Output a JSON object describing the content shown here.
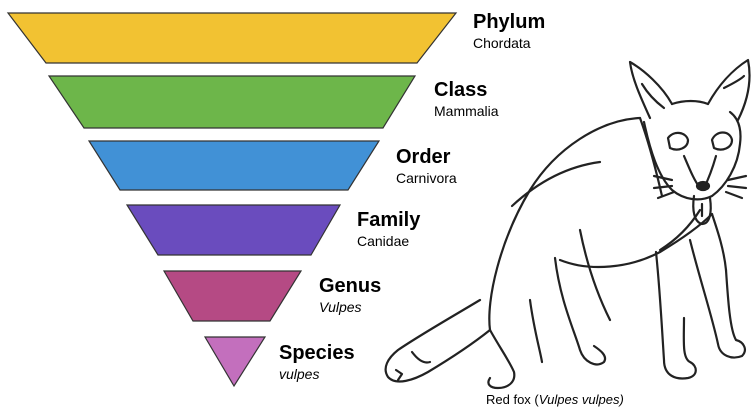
{
  "ranks": [
    {
      "name": "Phylum",
      "taxon": "Chordata",
      "color": "#f2c232",
      "italic": false
    },
    {
      "name": "Class",
      "taxon": "Mammalia",
      "color": "#6db64a",
      "italic": false
    },
    {
      "name": "Order",
      "taxon": "Carnivora",
      "color": "#4191d6",
      "italic": false
    },
    {
      "name": "Family",
      "taxon": "Canidae",
      "color": "#6a4cbe",
      "italic": false
    },
    {
      "name": "Genus",
      "taxon": "Vulpes",
      "color": "#b54a84",
      "italic": true
    },
    {
      "name": "Species",
      "taxon": "vulpes",
      "color": "#c36fbd",
      "italic": true
    }
  ],
  "caption": {
    "prefix": "Red fox (",
    "scientific": "Vulpes vulpes)",
    "suffix": ""
  },
  "illustration": {
    "icon": "red-fox-line-drawing",
    "stroke_color": "#222222"
  }
}
